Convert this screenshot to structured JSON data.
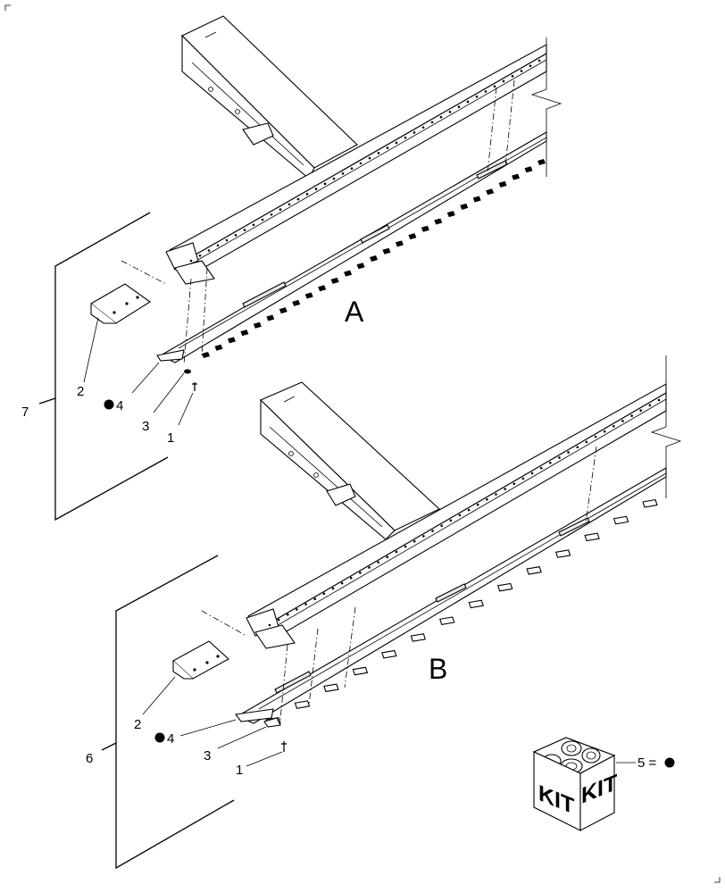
{
  "views": [
    {
      "id": "A",
      "label": "A",
      "group_label": "7",
      "callouts": {
        "mounting_plate": "2",
        "knife_section": "4",
        "nut": "3",
        "bolt": "1"
      }
    },
    {
      "id": "B",
      "label": "B",
      "group_label": "6",
      "callouts": {
        "mounting_plate": "2",
        "knife_section": "4",
        "nut": "3",
        "bolt": "1"
      }
    }
  ],
  "kit": {
    "box_text_left": "KIT",
    "box_text_right": "KIT",
    "callout": "5 ="
  },
  "legend_symbol": "filled-circle-icon"
}
